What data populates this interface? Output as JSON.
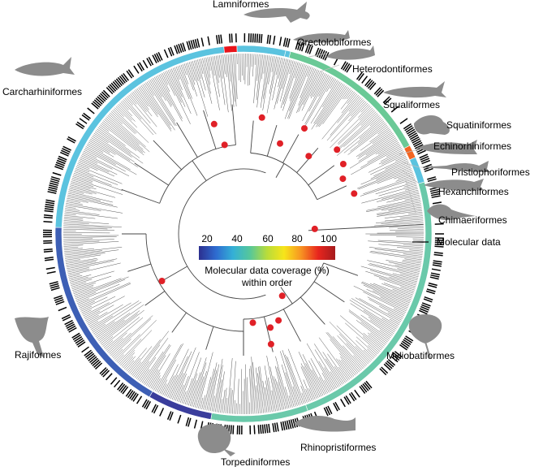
{
  "figure": {
    "orders": [
      {
        "name": "Lamniformes",
        "color": "#e8141b",
        "silhouette": "shark-silhouette"
      },
      {
        "name": "Orectolobiformes",
        "color": "#5bc3df",
        "silhouette": "carpet-shark-silhouette"
      },
      {
        "name": "Heterodontiformes",
        "color": "#5bc3df",
        "silhouette": "horn-shark-silhouette"
      },
      {
        "name": "Squaliformes",
        "color": "#6ac996",
        "silhouette": "dogfish-silhouette"
      },
      {
        "name": "Squatiniformes",
        "color": "#6ac996",
        "silhouette": "angel-shark-silhouette"
      },
      {
        "name": "Echinorhiniformes",
        "color": "#f26522",
        "silhouette": "bramble-shark-silhouette"
      },
      {
        "name": "Pristiophoriformes",
        "color": "#f26522",
        "silhouette": "sawshark-silhouette"
      },
      {
        "name": "Hexanchiformes",
        "color": "#5bc3df",
        "silhouette": "cow-shark-silhouette"
      },
      {
        "name": "Chimaeriformes",
        "color": "#5bc3df",
        "silhouette": "chimaera-silhouette"
      },
      {
        "name": "Myliobatiformes",
        "color": "#6ac9aa",
        "silhouette": "stingray-silhouette"
      },
      {
        "name": "Rhinopristiformes",
        "color": "#6ac9aa",
        "silhouette": "guitarfish-silhouette"
      },
      {
        "name": "Torpediniformes",
        "color": "#3a3d9c",
        "silhouette": "electric-ray-silhouette"
      },
      {
        "name": "Rajiformes",
        "color": "#3d5fb5",
        "silhouette": "skate-silhouette"
      },
      {
        "name": "Carcharhiniformes",
        "color": "#5bc3df",
        "silhouette": "requiem-shark-silhouette"
      }
    ],
    "molecular_label": "Molecular data",
    "colorbar": {
      "ticks": [
        "20",
        "40",
        "60",
        "80",
        "100"
      ],
      "title_line1": "Molecular data coverage (%)",
      "title_line2": "within order",
      "colors": [
        "#2c2f8f",
        "#2e6bd0",
        "#34b0d6",
        "#56c79a",
        "#b9dc3a",
        "#f7e51a",
        "#f79322",
        "#e8251e",
        "#a51b1d"
      ]
    },
    "colors": {
      "tree": "#444444",
      "node_marker": "#e02027",
      "silhouette": "#8c8c8c",
      "black_tick": "#000000"
    }
  }
}
